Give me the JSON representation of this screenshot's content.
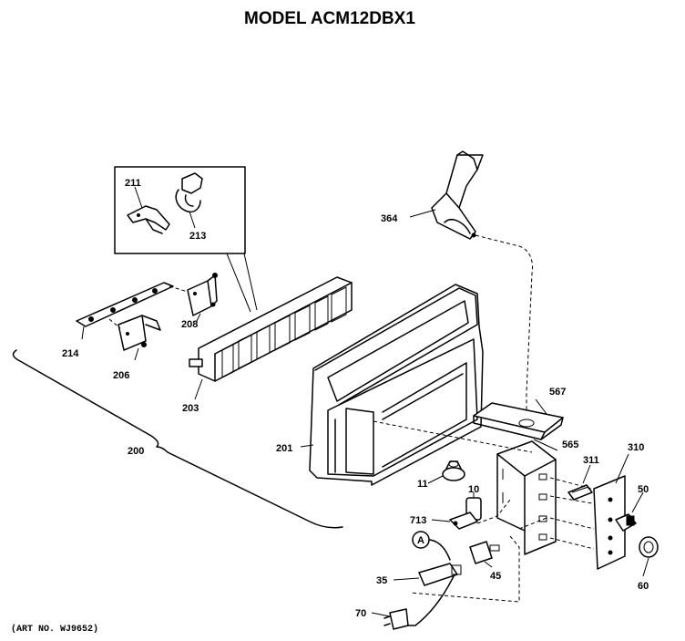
{
  "title": "MODEL ACM12DBX1",
  "art_no": "(ART NO. WJ9652)",
  "callouts": {
    "c200": "200",
    "c201": "201",
    "c203": "203",
    "c206": "206",
    "c208": "208",
    "c211": "211",
    "c213": "213",
    "c214": "214",
    "c364": "364",
    "c567": "567",
    "c565": "565",
    "c310": "310",
    "c311": "311",
    "c50": "50",
    "c60": "60",
    "c11": "11",
    "c10": "10",
    "c713": "713",
    "cA": "A",
    "c45": "45",
    "c35": "35",
    "c70": "70"
  }
}
